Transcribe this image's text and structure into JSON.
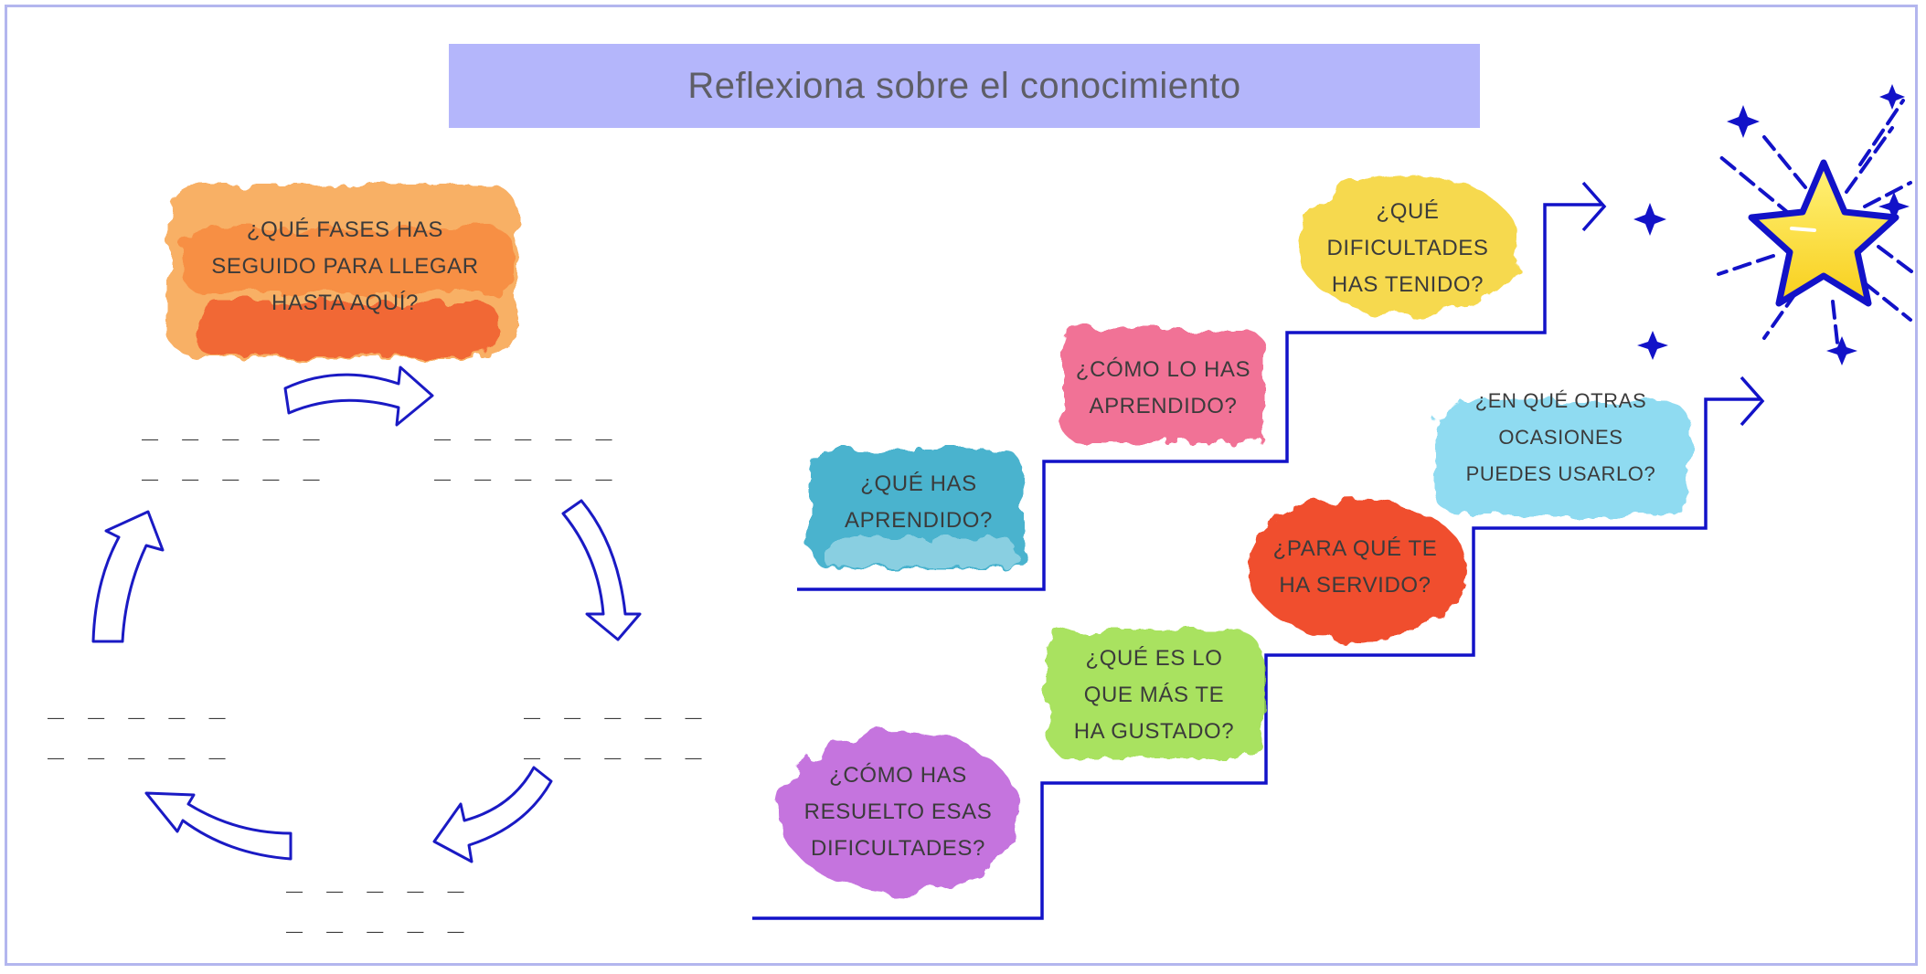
{
  "title": "Reflexiona sobre el conocimiento",
  "cycle": {
    "top_prompt": "¿QUÉ FASES HAS\nSEGUIDO PARA LLEGAR\nHASTA AQUÍ?",
    "blank": "_ _ _ _ _"
  },
  "stairs_upper": [
    {
      "text": "¿QUÉ HAS\nAPRENDIDO?",
      "color": "#2ba6c5"
    },
    {
      "text": "¿CÓMO LO HAS\nAPRENDIDO?",
      "color": "#ee5a84"
    },
    {
      "text": "¿QUÉ\nDIFICULTADES\nHAS TENIDO?",
      "color": "#f5d53a"
    }
  ],
  "stairs_lower": [
    {
      "text": "¿CÓMO HAS\nRESUELTO ESAS\nDIFICULTADES?",
      "color": "#b653d6"
    },
    {
      "text": "¿QUÉ ES LO\nQUE MÁS TE\nHA GUSTADO?",
      "color": "#94db3a"
    },
    {
      "text": "¿PARA QUÉ TE\nHA SERVIDO?",
      "color": "#ee3a18"
    },
    {
      "text": "¿EN QUÉ OTRAS\nOCASIONES\nPUEDES USARLO?",
      "color": "#73d2ee"
    }
  ],
  "colors": {
    "line": "#1212c8",
    "title_bg": "#b4b6fb",
    "frame": "#b3b6ee",
    "star": "#fde23c",
    "cycle_orange": "#f26a2a"
  },
  "icons": [
    "star-icon",
    "sparkle-icon",
    "arrow-right-icon"
  ]
}
